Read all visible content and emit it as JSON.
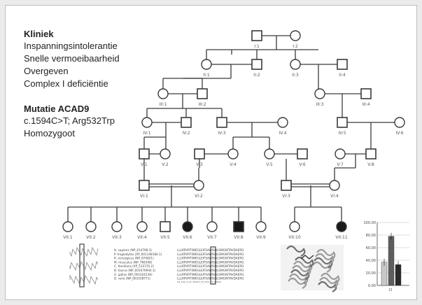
{
  "clinic": {
    "heading": "Kliniek",
    "items": [
      "Inspanningsintolerantie",
      "Snelle vermoeibaarheid",
      "Overgeven",
      "Complex I deficiëntie"
    ]
  },
  "mutation": {
    "heading": "Mutatie ACAD9",
    "lines": [
      "c.1594C>T; Arg532Trp",
      "Homozygoot"
    ]
  },
  "pedigree": {
    "individuals": [
      {
        "id": "I:1",
        "sex": "M",
        "affected": false
      },
      {
        "id": "I:2",
        "sex": "F",
        "affected": false
      },
      {
        "id": "II:1",
        "sex": "F",
        "affected": false
      },
      {
        "id": "II:2",
        "sex": "M",
        "affected": false
      },
      {
        "id": "II:3",
        "sex": "F",
        "affected": false
      },
      {
        "id": "II:4",
        "sex": "M",
        "affected": false
      },
      {
        "id": "III:1",
        "sex": "F",
        "affected": false
      },
      {
        "id": "III:2",
        "sex": "M",
        "affected": false
      },
      {
        "id": "III:3",
        "sex": "F",
        "affected": false
      },
      {
        "id": "III:4",
        "sex": "M",
        "affected": false
      },
      {
        "id": "IV:1",
        "sex": "F",
        "affected": false
      },
      {
        "id": "IV:2",
        "sex": "M",
        "affected": false
      },
      {
        "id": "IV:3",
        "sex": "M",
        "affected": false
      },
      {
        "id": "IV:4",
        "sex": "F",
        "affected": false
      },
      {
        "id": "IV:5",
        "sex": "M",
        "affected": false
      },
      {
        "id": "IV:6",
        "sex": "F",
        "affected": false
      },
      {
        "id": "V:1",
        "sex": "M",
        "affected": false
      },
      {
        "id": "V:2",
        "sex": "F",
        "affected": false
      },
      {
        "id": "V:3",
        "sex": "M",
        "affected": false
      },
      {
        "id": "V:4",
        "sex": "F",
        "affected": false
      },
      {
        "id": "V:5",
        "sex": "F",
        "affected": false
      },
      {
        "id": "V:6",
        "sex": "M",
        "affected": false
      },
      {
        "id": "V:7",
        "sex": "F",
        "affected": false
      },
      {
        "id": "V:8",
        "sex": "M",
        "affected": false
      },
      {
        "id": "VI:1",
        "sex": "M",
        "affected": false
      },
      {
        "id": "VI:2",
        "sex": "F",
        "affected": false
      },
      {
        "id": "VI:3",
        "sex": "M",
        "affected": false
      },
      {
        "id": "VI:4",
        "sex": "F",
        "affected": false
      },
      {
        "id": "VII:1",
        "sex": "F",
        "affected": false
      },
      {
        "id": "VII:2",
        "sex": "F",
        "affected": false
      },
      {
        "id": "VII:3",
        "sex": "F",
        "affected": false
      },
      {
        "id": "VII:4",
        "sex": "F",
        "affected": false
      },
      {
        "id": "VII:5",
        "sex": "M",
        "affected": false
      },
      {
        "id": "VII:6",
        "sex": "F",
        "affected": true
      },
      {
        "id": "VII:7",
        "sex": "F",
        "affected": false
      },
      {
        "id": "VII:8",
        "sex": "M",
        "affected": true
      },
      {
        "id": "VII:9",
        "sex": "F",
        "affected": false
      },
      {
        "id": "VII:10",
        "sex": "F",
        "affected": false
      },
      {
        "id": "VII:11",
        "sex": "F",
        "affected": true
      }
    ]
  },
  "alignment": {
    "species": [
      "H. sapiens (NP_014768.3)",
      "P. troglodytes (XP_001148184.1)",
      "R. norvegicus (NP_874821)",
      "M. musculus (NP_766348)",
      "C. familiaris (XP_533725.2)",
      "B. taurus (NP_001076944.1)",
      "G. gallus (NP_001026136)",
      "D. rerio (NP_001038771)"
    ],
    "sequence": "LLLRPVRTIWEGLEIFSAWISQLSMGWTAVDAERG",
    "consensus": "**.***.*.** *****.**.***.**.*****"
  },
  "bar_chart": {
    "type": "bar",
    "categories": [
      "CI"
    ],
    "yticks": [
      "100,00",
      "80,00",
      "60,00",
      "40,00",
      "20,00",
      "0,00"
    ],
    "ylim": [
      0,
      100
    ],
    "series": [
      {
        "values": [
          37
        ],
        "color": "#c8c8c8"
      },
      {
        "values": [
          78
        ],
        "color": "#5e5e5e"
      },
      {
        "values": [
          33
        ],
        "color": "#2a2a2a"
      }
    ]
  },
  "colors": {
    "line": "#3a3a3a",
    "affected": "#1a1a1a",
    "label": "#555555"
  }
}
